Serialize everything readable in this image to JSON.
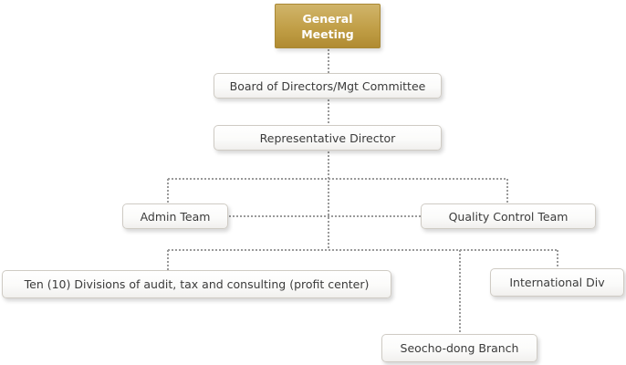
{
  "org_chart": {
    "general_meeting": "General Meeting",
    "board": "Board of Directors/Mgt Committee",
    "representative_director": "Representative Director",
    "admin_team": "Admin Team",
    "quality_control_team": "Quality Control Team",
    "divisions": "Ten (10) Divisions of audit, tax and consulting (profit center)",
    "international_div": "International Div",
    "seocho_branch": "Seocho-dong Branch"
  },
  "colors": {
    "top_box": "#c19f47",
    "box_border": "#cfcbc4",
    "connector": "#9a9a9a",
    "text": "#3b3b3b"
  }
}
